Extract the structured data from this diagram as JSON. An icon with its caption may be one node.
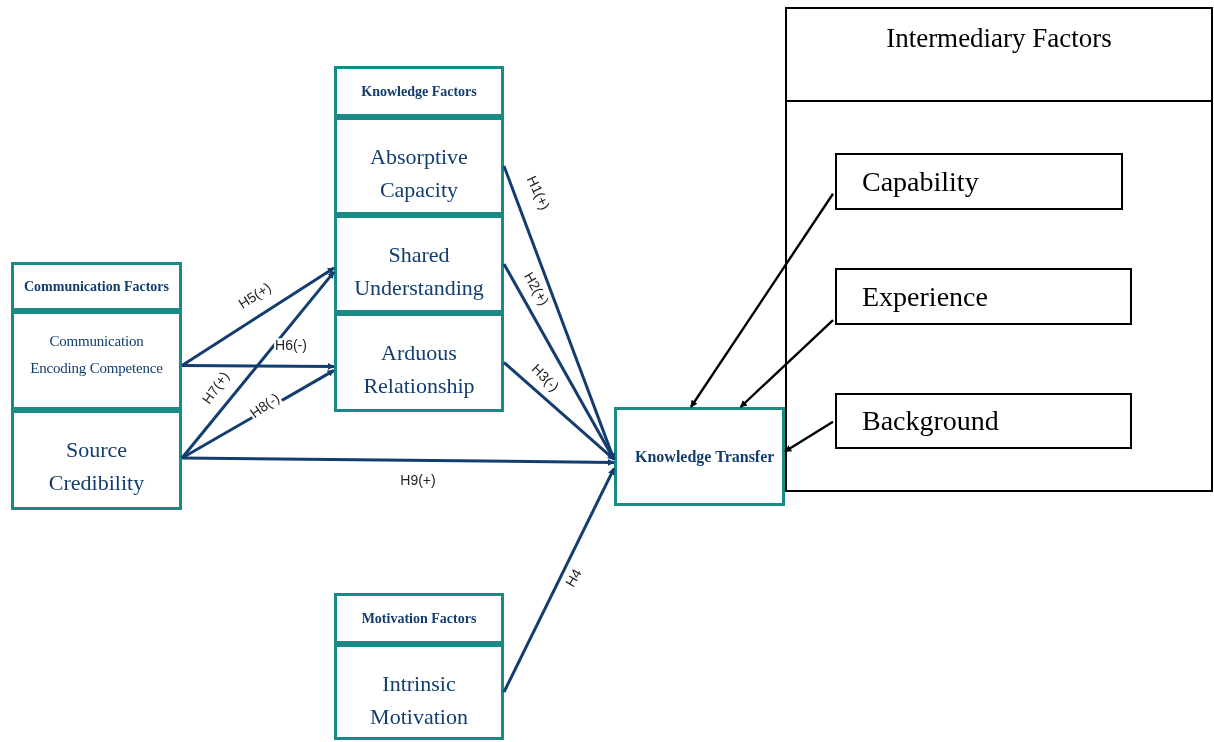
{
  "diagram": {
    "nodes": [
      {
        "text": [
          "Intermediary Factors"
        ]
      },
      {
        "text": [
          "Capability"
        ],
        "in": 0
      },
      {
        "text": [
          "Experience"
        ],
        "in": 0
      },
      {
        "text": [
          "Background"
        ],
        "in": 0
      },
      {
        "text": [
          "Knowledge Factors"
        ]
      },
      {
        "text": [
          "Absorptive Capacity"
        ]
      },
      {
        "text": [
          "Shared Understanding"
        ]
      },
      {
        "text": [
          "Arduous Relationship"
        ]
      },
      {
        "text": [
          "Communication Factors"
        ]
      },
      {
        "text": [
          "Communication Encoding Competence"
        ]
      },
      {
        "text": [
          "Source Credibility"
        ]
      },
      {
        "text": [
          "Knowledge Transfer"
        ]
      },
      {
        "text": [
          "Motivation Factors"
        ]
      },
      {
        "text": [
          "Intrinsic Motivation"
        ]
      }
    ],
    "edges": [
      {
        "from": 9,
        "to": 6,
        "arrow": "to",
        "label": "H5(+)"
      },
      {
        "from": 9,
        "to": 7,
        "arrow": "to",
        "label": "H6(-)"
      },
      {
        "from": 10,
        "to": 6,
        "arrow": "to",
        "label": "H7(+)"
      },
      {
        "from": 10,
        "to": 7,
        "arrow": "to",
        "label": "H8(-)"
      },
      {
        "from": 5,
        "to": 11,
        "arrow": "to",
        "label": "H1(+)"
      },
      {
        "from": 6,
        "to": 11,
        "arrow": "to",
        "label": "H2(+)"
      },
      {
        "from": 7,
        "to": 11,
        "arrow": "to",
        "label": "H3(-)"
      },
      {
        "from": 10,
        "to": 11,
        "arrow": "to",
        "label": "H9(+)"
      },
      {
        "from": 13,
        "to": 11,
        "arrow": "to",
        "label": "H4"
      },
      {
        "from": 1,
        "to": 11,
        "arrow": "to",
        "color": "#000000"
      },
      {
        "from": 2,
        "to": 11,
        "arrow": "to",
        "color": "#000000"
      },
      {
        "from": 3,
        "to": 11,
        "arrow": "to",
        "color": "#000000"
      }
    ]
  }
}
